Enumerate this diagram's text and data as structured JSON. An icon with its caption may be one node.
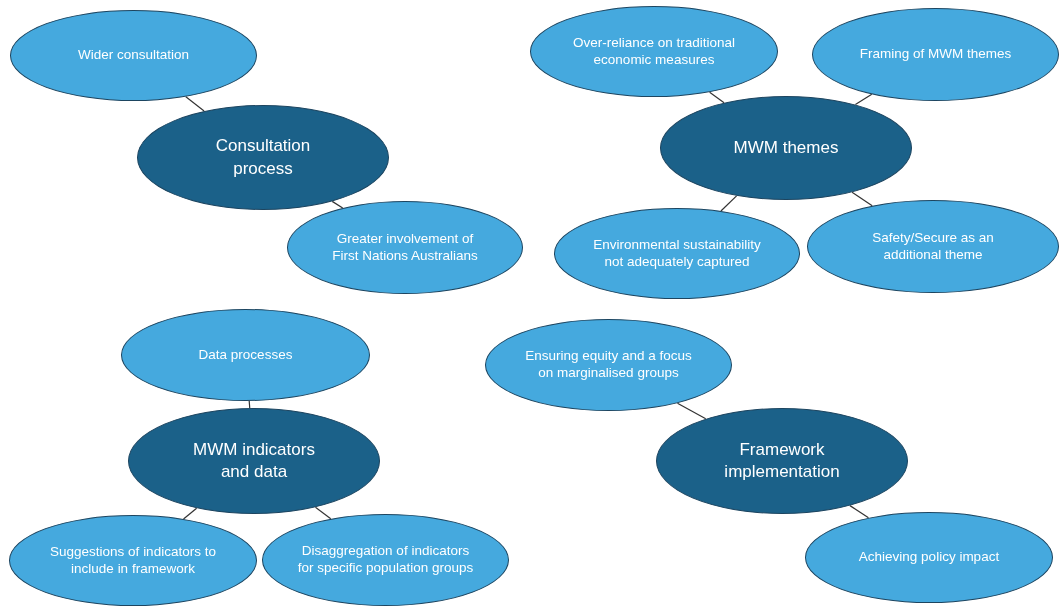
{
  "diagram": {
    "nodes": [
      {
        "text": [
          "Wider consultation"
        ]
      },
      {
        "text": [
          "Consultation process"
        ]
      },
      {
        "text": [
          "Greater involvement of First Nations Australians"
        ]
      },
      {
        "text": [
          "Over-reliance on traditional economic measures"
        ]
      },
      {
        "text": [
          "Framing of MWM themes"
        ]
      },
      {
        "text": [
          "MWM themes"
        ]
      },
      {
        "text": [
          "Environmental sustainability not adequately captured"
        ]
      },
      {
        "text": [
          "Safety/Secure as an additional theme"
        ]
      },
      {
        "text": [
          "Data processes"
        ]
      },
      {
        "text": [
          "MWM indicators and data"
        ]
      },
      {
        "text": [
          "Suggestions of indicators to include in framework"
        ]
      },
      {
        "text": [
          "Disaggregation of indicators for specific population groups"
        ]
      },
      {
        "text": [
          "Ensuring equity and a focus on marginalised groups"
        ]
      },
      {
        "text": [
          "Framework implementation"
        ]
      },
      {
        "text": [
          "Achieving policy impact"
        ]
      }
    ],
    "edges": [
      {
        "from": 0,
        "to": 1,
        "arrow": "none"
      },
      {
        "from": 1,
        "to": 2,
        "arrow": "none"
      },
      {
        "from": 3,
        "to": 5,
        "arrow": "none"
      },
      {
        "from": 4,
        "to": 5,
        "arrow": "none"
      },
      {
        "from": 5,
        "to": 6,
        "arrow": "none"
      },
      {
        "from": 5,
        "to": 7,
        "arrow": "none"
      },
      {
        "from": 8,
        "to": 9,
        "arrow": "none"
      },
      {
        "from": 9,
        "to": 10,
        "arrow": "none"
      },
      {
        "from": 9,
        "to": 11,
        "arrow": "none"
      },
      {
        "from": 12,
        "to": 13,
        "arrow": "none"
      },
      {
        "from": 13,
        "to": 14,
        "arrow": "none"
      }
    ]
  }
}
